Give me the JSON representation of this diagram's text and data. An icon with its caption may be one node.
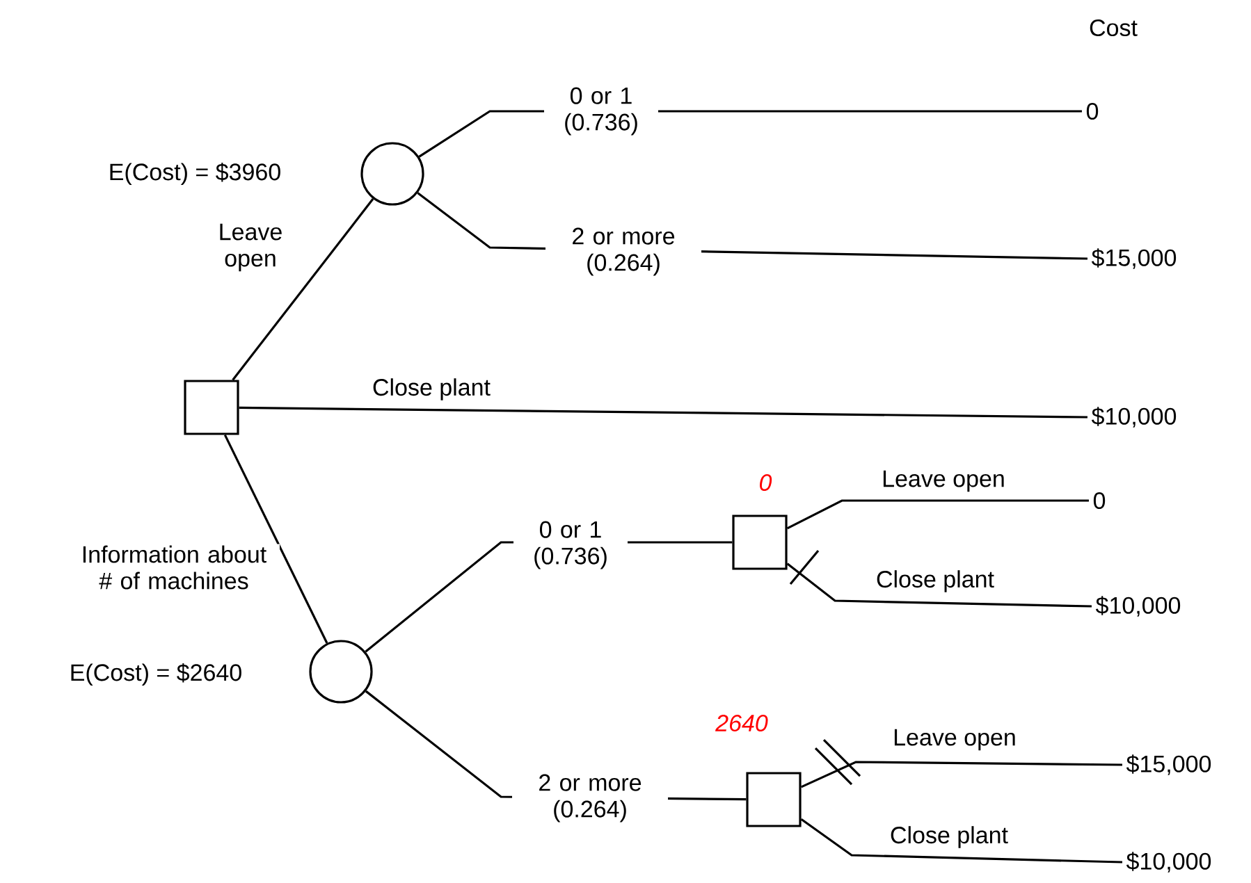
{
  "diagram": {
    "nodes": [
      {
        "text": [],
        "shape": "box"
      },
      {
        "text": [],
        "shape": "circle",
        "beside": [
          "E(Cost) = $3960"
        ]
      },
      {
        "text": [],
        "shape": "circle",
        "beside": [
          "E(Cost) = $2640"
        ]
      },
      {
        "text": [],
        "shape": "box",
        "beside": [
          "0"
        ]
      },
      {
        "text": [],
        "shape": "box",
        "beside": [
          "2640"
        ]
      },
      {
        "text": [
          "0"
        ]
      },
      {
        "text": [
          "$15,000"
        ]
      },
      {
        "text": [
          "$10,000"
        ]
      },
      {
        "text": [
          "0"
        ]
      },
      {
        "text": [
          "$10,000"
        ]
      },
      {
        "text": [
          "$15,000"
        ]
      },
      {
        "text": [
          "$10,000"
        ]
      }
    ],
    "edges": [
      {
        "from": 0,
        "to": 1,
        "arrow": "none",
        "label": "Leave open"
      },
      {
        "from": 0,
        "to": 7,
        "arrow": "none",
        "label": "Close plant"
      },
      {
        "from": 0,
        "to": 2,
        "arrow": "none",
        "label": "Information about # of machines"
      },
      {
        "from": 1,
        "to": 5,
        "arrow": "none",
        "label": "0 or 1 (0.736)"
      },
      {
        "from": 1,
        "to": 6,
        "arrow": "none",
        "label": "2 or more (0.264)"
      },
      {
        "from": 2,
        "to": 3,
        "arrow": "none",
        "label": "0 or 1 (0.736)"
      },
      {
        "from": 2,
        "to": 4,
        "arrow": "none",
        "label": "2 or more (0.264)"
      },
      {
        "from": 3,
        "to": 8,
        "arrow": "none",
        "label": "Leave open"
      },
      {
        "from": 3,
        "to": 9,
        "arrow": "none",
        "label": "Close plant"
      },
      {
        "from": 4,
        "to": 10,
        "arrow": "none",
        "label": "Leave open"
      },
      {
        "from": 4,
        "to": 11,
        "arrow": "none",
        "label": "Close plant"
      }
    ],
    "labels": [
      "Cost"
    ]
  }
}
